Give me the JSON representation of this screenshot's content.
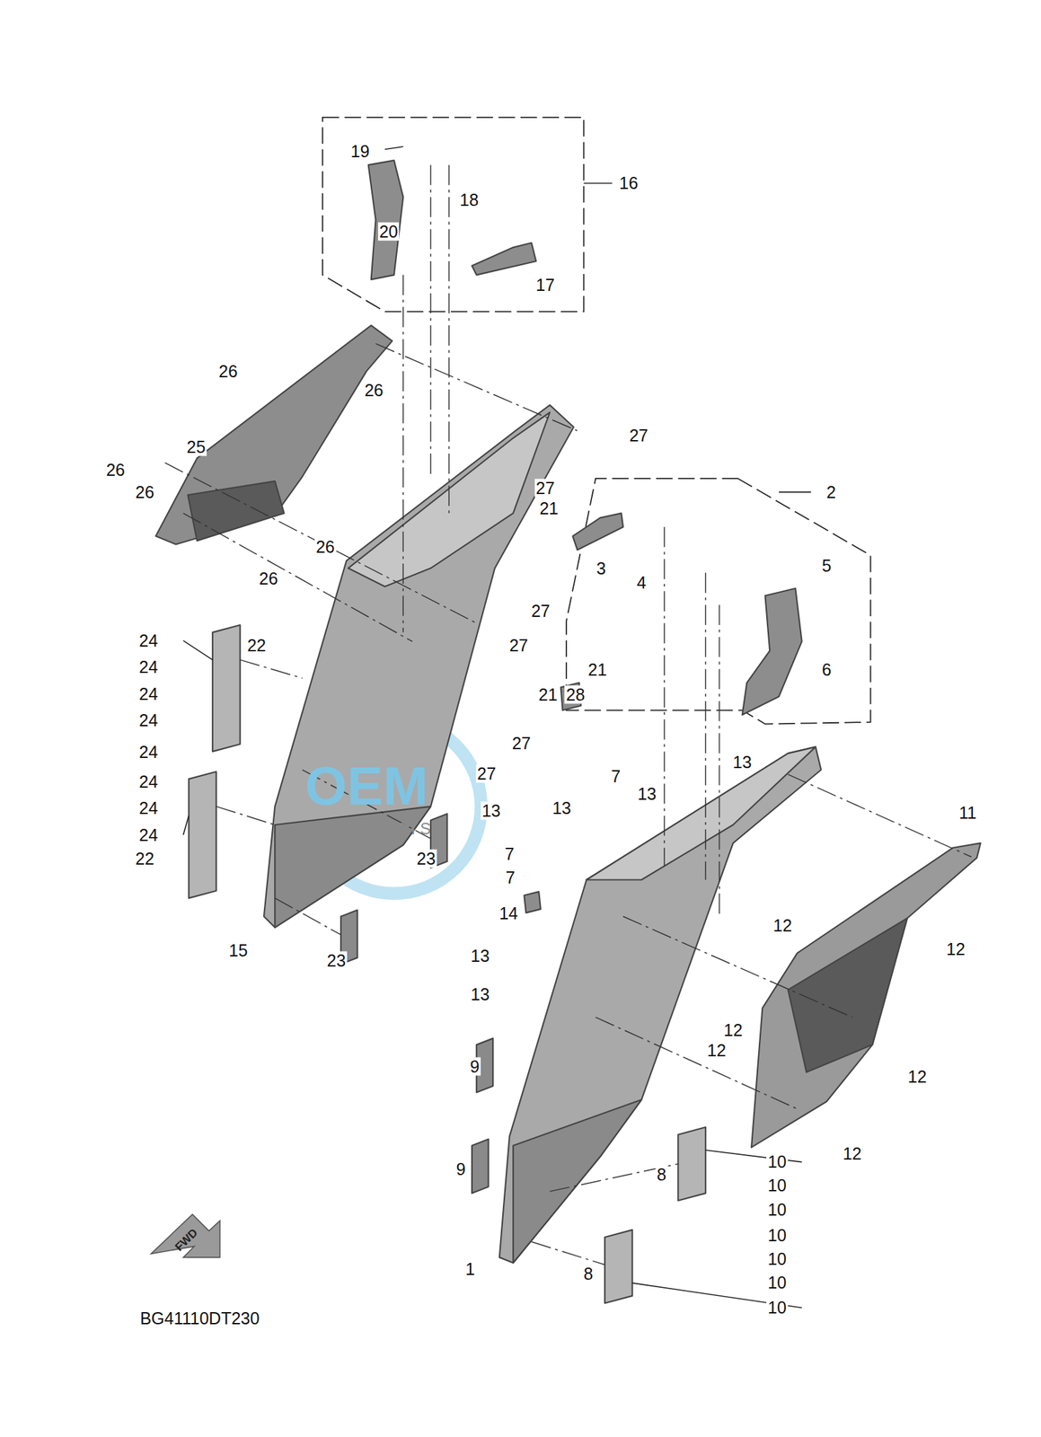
{
  "diagram": {
    "labels": [
      "19",
      "16",
      "18",
      "20",
      "17",
      "26",
      "26",
      "27",
      "25",
      "2",
      "26",
      "26",
      "27",
      "21",
      "5",
      "26",
      "3",
      "4",
      "26",
      "24",
      "22",
      "27",
      "24",
      "27",
      "21",
      "6",
      "24",
      "21",
      "28",
      "24",
      "27",
      "13",
      "24",
      "13",
      "27",
      "24",
      "7",
      "24",
      "13",
      "13",
      "11",
      "24",
      "22",
      "7",
      "7",
      "23",
      "14",
      "12",
      "12",
      "15",
      "13",
      "23",
      "13",
      "12",
      "12",
      "12",
      "9",
      "12",
      "9",
      "10",
      "8",
      "10",
      "10",
      "10",
      "8",
      "10",
      "1",
      "10",
      "10",
      "OEM",
      "MOTORPARTS",
      "FWD",
      "BG41110DT230"
    ]
  }
}
